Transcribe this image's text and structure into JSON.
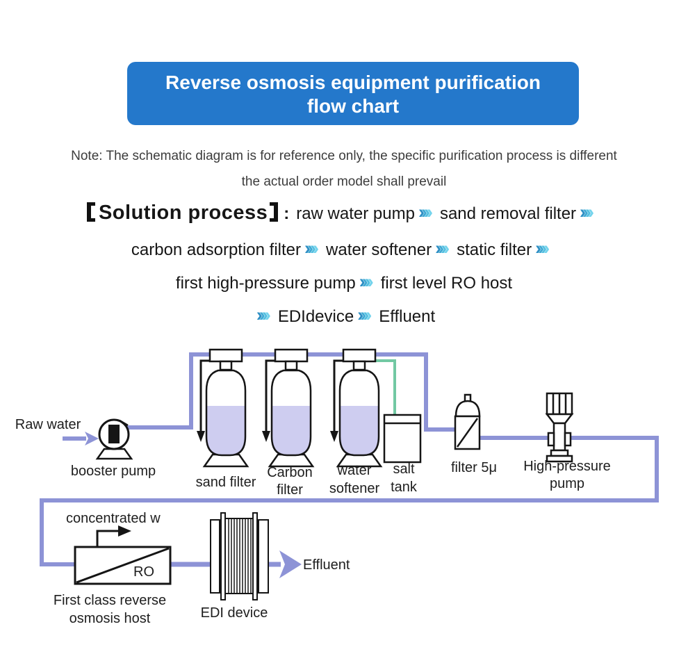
{
  "theme": {
    "banner": "#2478cb",
    "banner-text": "#ffffff",
    "pipe": "#8d93d6",
    "green": "#72c8a3",
    "tank-fill": "#cecdf0",
    "ink": "#151515",
    "text-dark": "#3c3c3c",
    "sol-text": "#161616"
  },
  "banner": {
    "title_line1": "Reverse osmosis equipment purification",
    "title_line2": "flow chart"
  },
  "note": {
    "line1": "Note: The schematic diagram is for reference only, the specific purification process is different",
    "line2": "the actual order model shall prevail"
  },
  "solution": {
    "bracket_open": "【",
    "bracket_close": "】",
    "prefix": "Solution process",
    "colon": ":",
    "steps": {
      "s1": "raw water pump",
      "s2": "sand removal filter",
      "s3": "carbon adsorption filter",
      "s4": "water softener",
      "s5": "static filter",
      "s6": "first high-pressure pump",
      "s7": "first level RO host",
      "s8": "EDIdevice",
      "s9": "Effluent"
    }
  },
  "icons": {
    "chevron_glyph": "›",
    "chevron_count": 4,
    "chevron_colors": [
      "#2e8fc4",
      "#3ea9d4",
      "#53bfe0",
      "#73d3ec"
    ]
  },
  "diagram": {
    "labels": {
      "raw_water": "Raw water",
      "booster_pump": "booster pump",
      "sand_filter": "sand filter",
      "carbon_1": "Carbon",
      "carbon_2": "filter",
      "softener_1": "water",
      "softener_2": "softener",
      "salt_1": "salt",
      "salt_2": "tank",
      "filter_5u": "filter 5μ",
      "hp_1": "High-pressure",
      "hp_2": "pump",
      "concentrated": "concentrated w",
      "ro": "RO",
      "ro_host_1": "First class reverse",
      "ro_host_2": "osmosis host",
      "edi": "EDI device",
      "effluent": "Effluent"
    }
  }
}
